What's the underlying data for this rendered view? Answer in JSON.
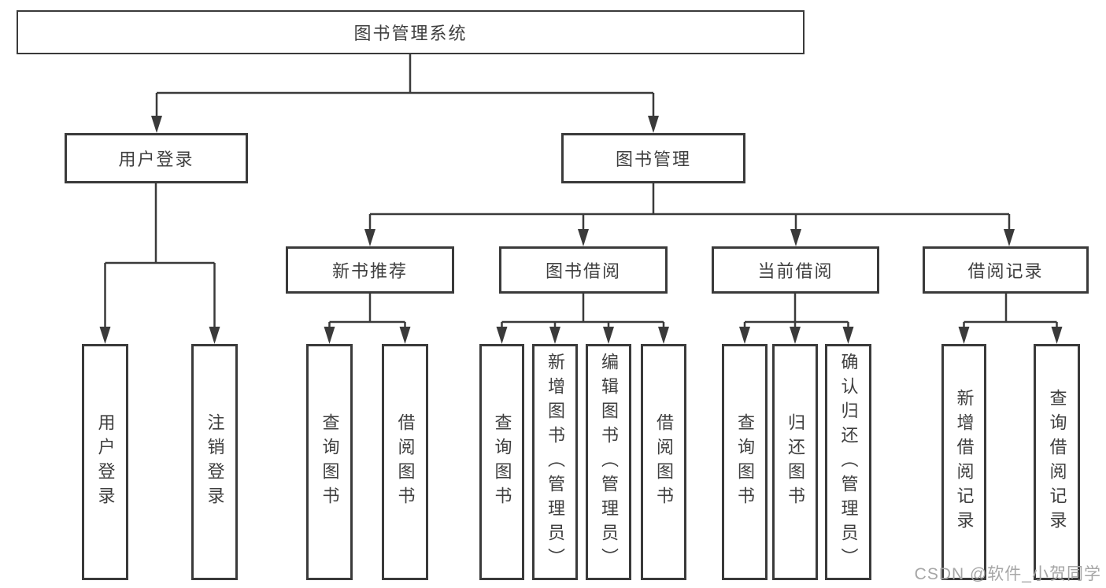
{
  "diagram": {
    "title": "图书管理系统",
    "root": {
      "label": "图书管理系统"
    },
    "level2": [
      {
        "label": "用户登录"
      },
      {
        "label": "图书管理"
      }
    ],
    "level3": [
      {
        "label": "新书推荐"
      },
      {
        "label": "图书借阅"
      },
      {
        "label": "当前借阅"
      },
      {
        "label": "借阅记录"
      }
    ],
    "leaves": {
      "user": [
        "用户登录",
        "注销登录"
      ],
      "recommend": [
        "查询图书",
        "借阅图书"
      ],
      "borrow": [
        "查询图书",
        "新增图书（管理员）",
        "编辑图书（管理员）",
        "借阅图书"
      ],
      "current": [
        "查询图书",
        "归还图书",
        "确认归还（管理员）"
      ],
      "records": [
        "新增借阅记录",
        "查询借阅记录"
      ]
    }
  },
  "watermark": {
    "text": "CSDN @软件_小贺同学"
  },
  "colors": {
    "line": "#3a3a3a",
    "box_border": "#3a3a3a",
    "text": "#3f3f3f",
    "background": "#ffffff",
    "watermark": "#a6a6a6"
  }
}
